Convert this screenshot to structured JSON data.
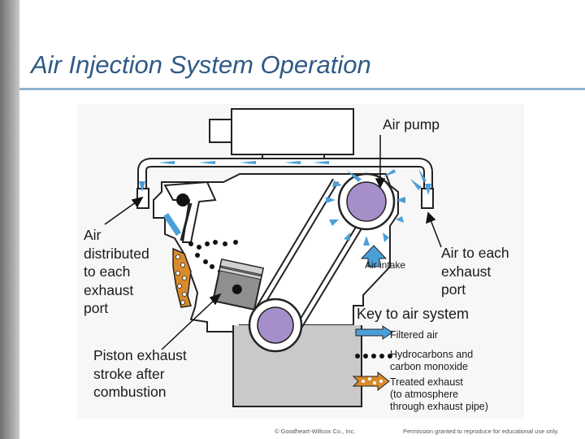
{
  "slide": {
    "title": "Air Injection System Operation"
  },
  "diagram": {
    "labels": {
      "air_pump": "Air pump",
      "air_distributed": "Air\ndistributed\nto each\nexhaust\nport",
      "air_to_each": "Air to each\nexhaust\nport",
      "air_intake": "Air intake",
      "piston": "Piston exhaust\nstroke after\ncombustion"
    },
    "key": {
      "title": "Key to air system",
      "items": [
        {
          "label": "Filtered air",
          "icon": "blue-arrow-icon"
        },
        {
          "label": "Hydrocarbons and\ncarbon monoxide",
          "icon": "black-dots-icon"
        },
        {
          "label": "Treated exhaust\n(to atmosphere\nthrough exhaust pipe)",
          "icon": "orange-dotted-arrow-icon"
        }
      ]
    },
    "colors": {
      "air_flow": "#4a9fd8",
      "pulley": "#a68fc9",
      "exhaust": "#d98a2b"
    }
  },
  "footer": {
    "copyright": "© Goodheart-Willcox Co., Inc.",
    "permission": "Permission granted to reproduce for educational use only."
  }
}
